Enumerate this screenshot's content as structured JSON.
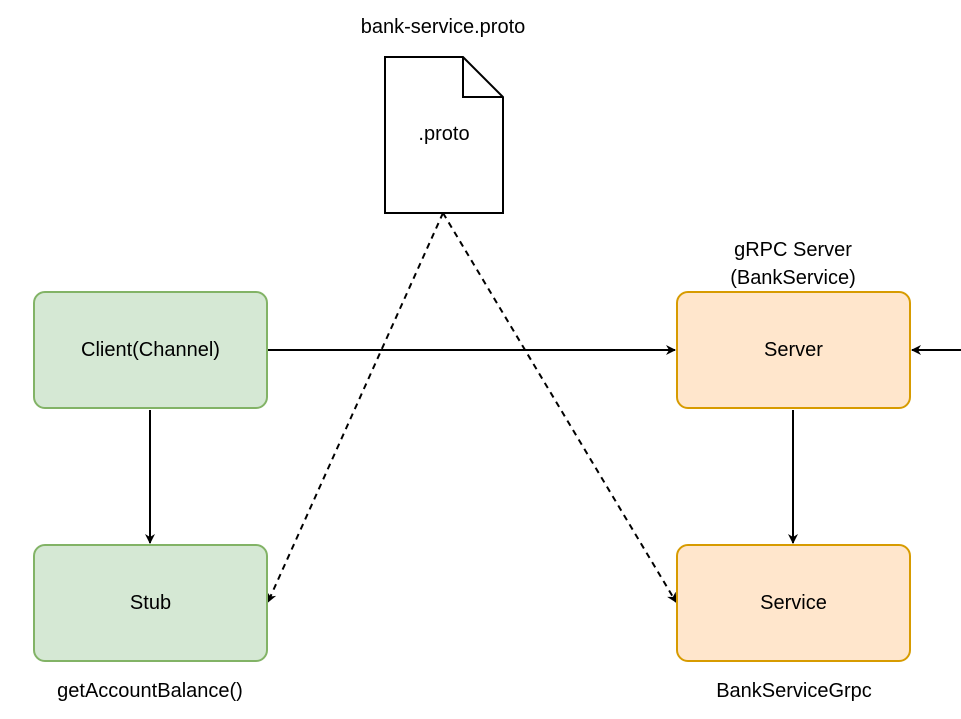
{
  "diagram": {
    "proto_file": {
      "title": "bank-service.proto",
      "label": ".proto",
      "icon": "document-icon"
    },
    "server_group_label_line1": "gRPC Server",
    "server_group_label_line2": "(BankService)",
    "nodes": {
      "client": {
        "label": "Client(Channel)"
      },
      "stub": {
        "label": "Stub",
        "caption": "getAccountBalance()"
      },
      "server": {
        "label": "Server"
      },
      "service": {
        "label": "Service",
        "caption": "BankServiceGrpc"
      }
    },
    "colors": {
      "client_fill": "#d5e8d4",
      "client_stroke": "#82b366",
      "server_fill": "#ffe6cc",
      "server_stroke": "#d79b00",
      "edge": "#000000"
    }
  }
}
